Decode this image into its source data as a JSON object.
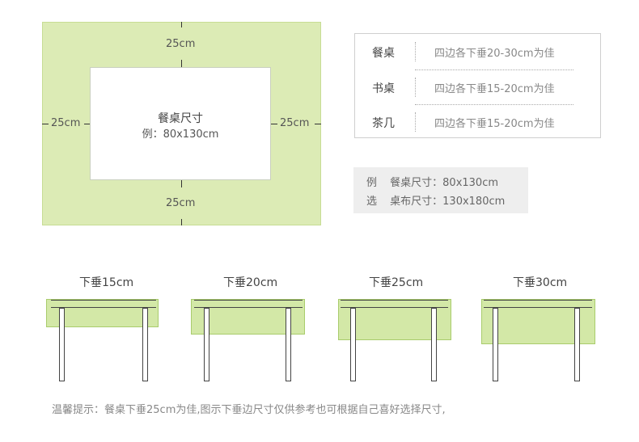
{
  "diagram": {
    "top_dim": "25cm",
    "bottom_dim": "25cm",
    "left_dim": "25cm",
    "right_dim": "25cm",
    "center_title": "餐桌尺寸",
    "center_example": "例：80x130cm",
    "colors": {
      "fill": "#dcebb5",
      "inner": "#ffffff"
    }
  },
  "info": {
    "rows": [
      {
        "label": "餐桌",
        "value": "四边各下垂20-30cm为佳"
      },
      {
        "label": "书桌",
        "value": "四边各下垂15-20cm为佳"
      },
      {
        "label": "茶几",
        "value": "四边各下垂15-20cm为佳"
      }
    ]
  },
  "example": {
    "line1_key": "例",
    "line1_text": "餐桌尺寸：80x130cm",
    "line2_key": "选",
    "line2_text": "桌布尺寸：130x180cm"
  },
  "tables": [
    {
      "title": "下垂15cm"
    },
    {
      "title": "下垂20cm"
    },
    {
      "title": "下垂25cm"
    },
    {
      "title": "下垂30cm"
    }
  ],
  "tip": "温馨提示：餐桌下垂25cm为佳,图示下垂边尺寸仅供参考也可根据自己喜好选择尺寸,"
}
